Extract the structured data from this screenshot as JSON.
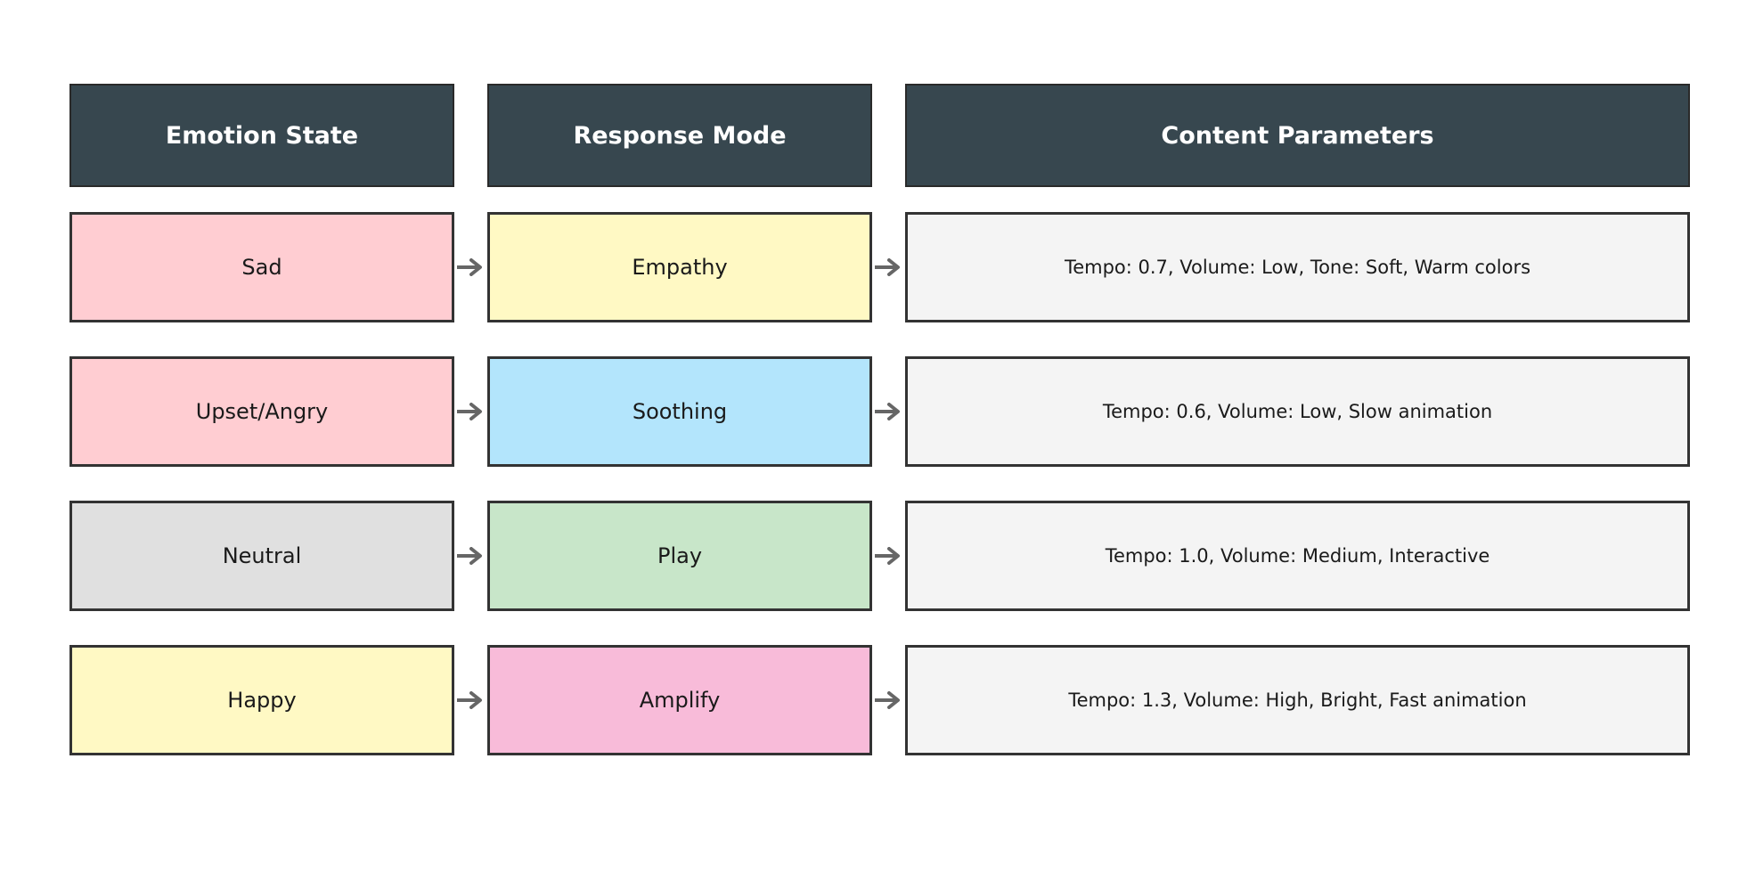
{
  "headers": {
    "emotion": "Emotion State",
    "mode": "Response Mode",
    "params": "Content Parameters"
  },
  "rows": [
    {
      "emotion": "Sad",
      "emotion_color": "#ffcdd2",
      "mode": "Empathy",
      "mode_color": "#fff9c4",
      "params": "Tempo: 0.7, Volume: Low, Tone: Soft, Warm colors"
    },
    {
      "emotion": "Upset/Angry",
      "emotion_color": "#ffcdd2",
      "mode": "Soothing",
      "mode_color": "#b3e5fc",
      "params": "Tempo: 0.6, Volume: Low, Slow animation"
    },
    {
      "emotion": "Neutral",
      "emotion_color": "#e0e0e0",
      "mode": "Play",
      "mode_color": "#c8e6c9",
      "params": "Tempo: 1.0, Volume: Medium, Interactive"
    },
    {
      "emotion": "Happy",
      "emotion_color": "#fff9c4",
      "mode": "Amplify",
      "mode_color": "#f8bbd9",
      "params": "Tempo: 1.3, Volume: High, Bright, Fast animation"
    }
  ],
  "colors": {
    "header_bg": "#37474f",
    "header_text": "#ffffff",
    "params_bg": "#f4f4f4",
    "border": "#333333",
    "arrow": "#666666"
  }
}
